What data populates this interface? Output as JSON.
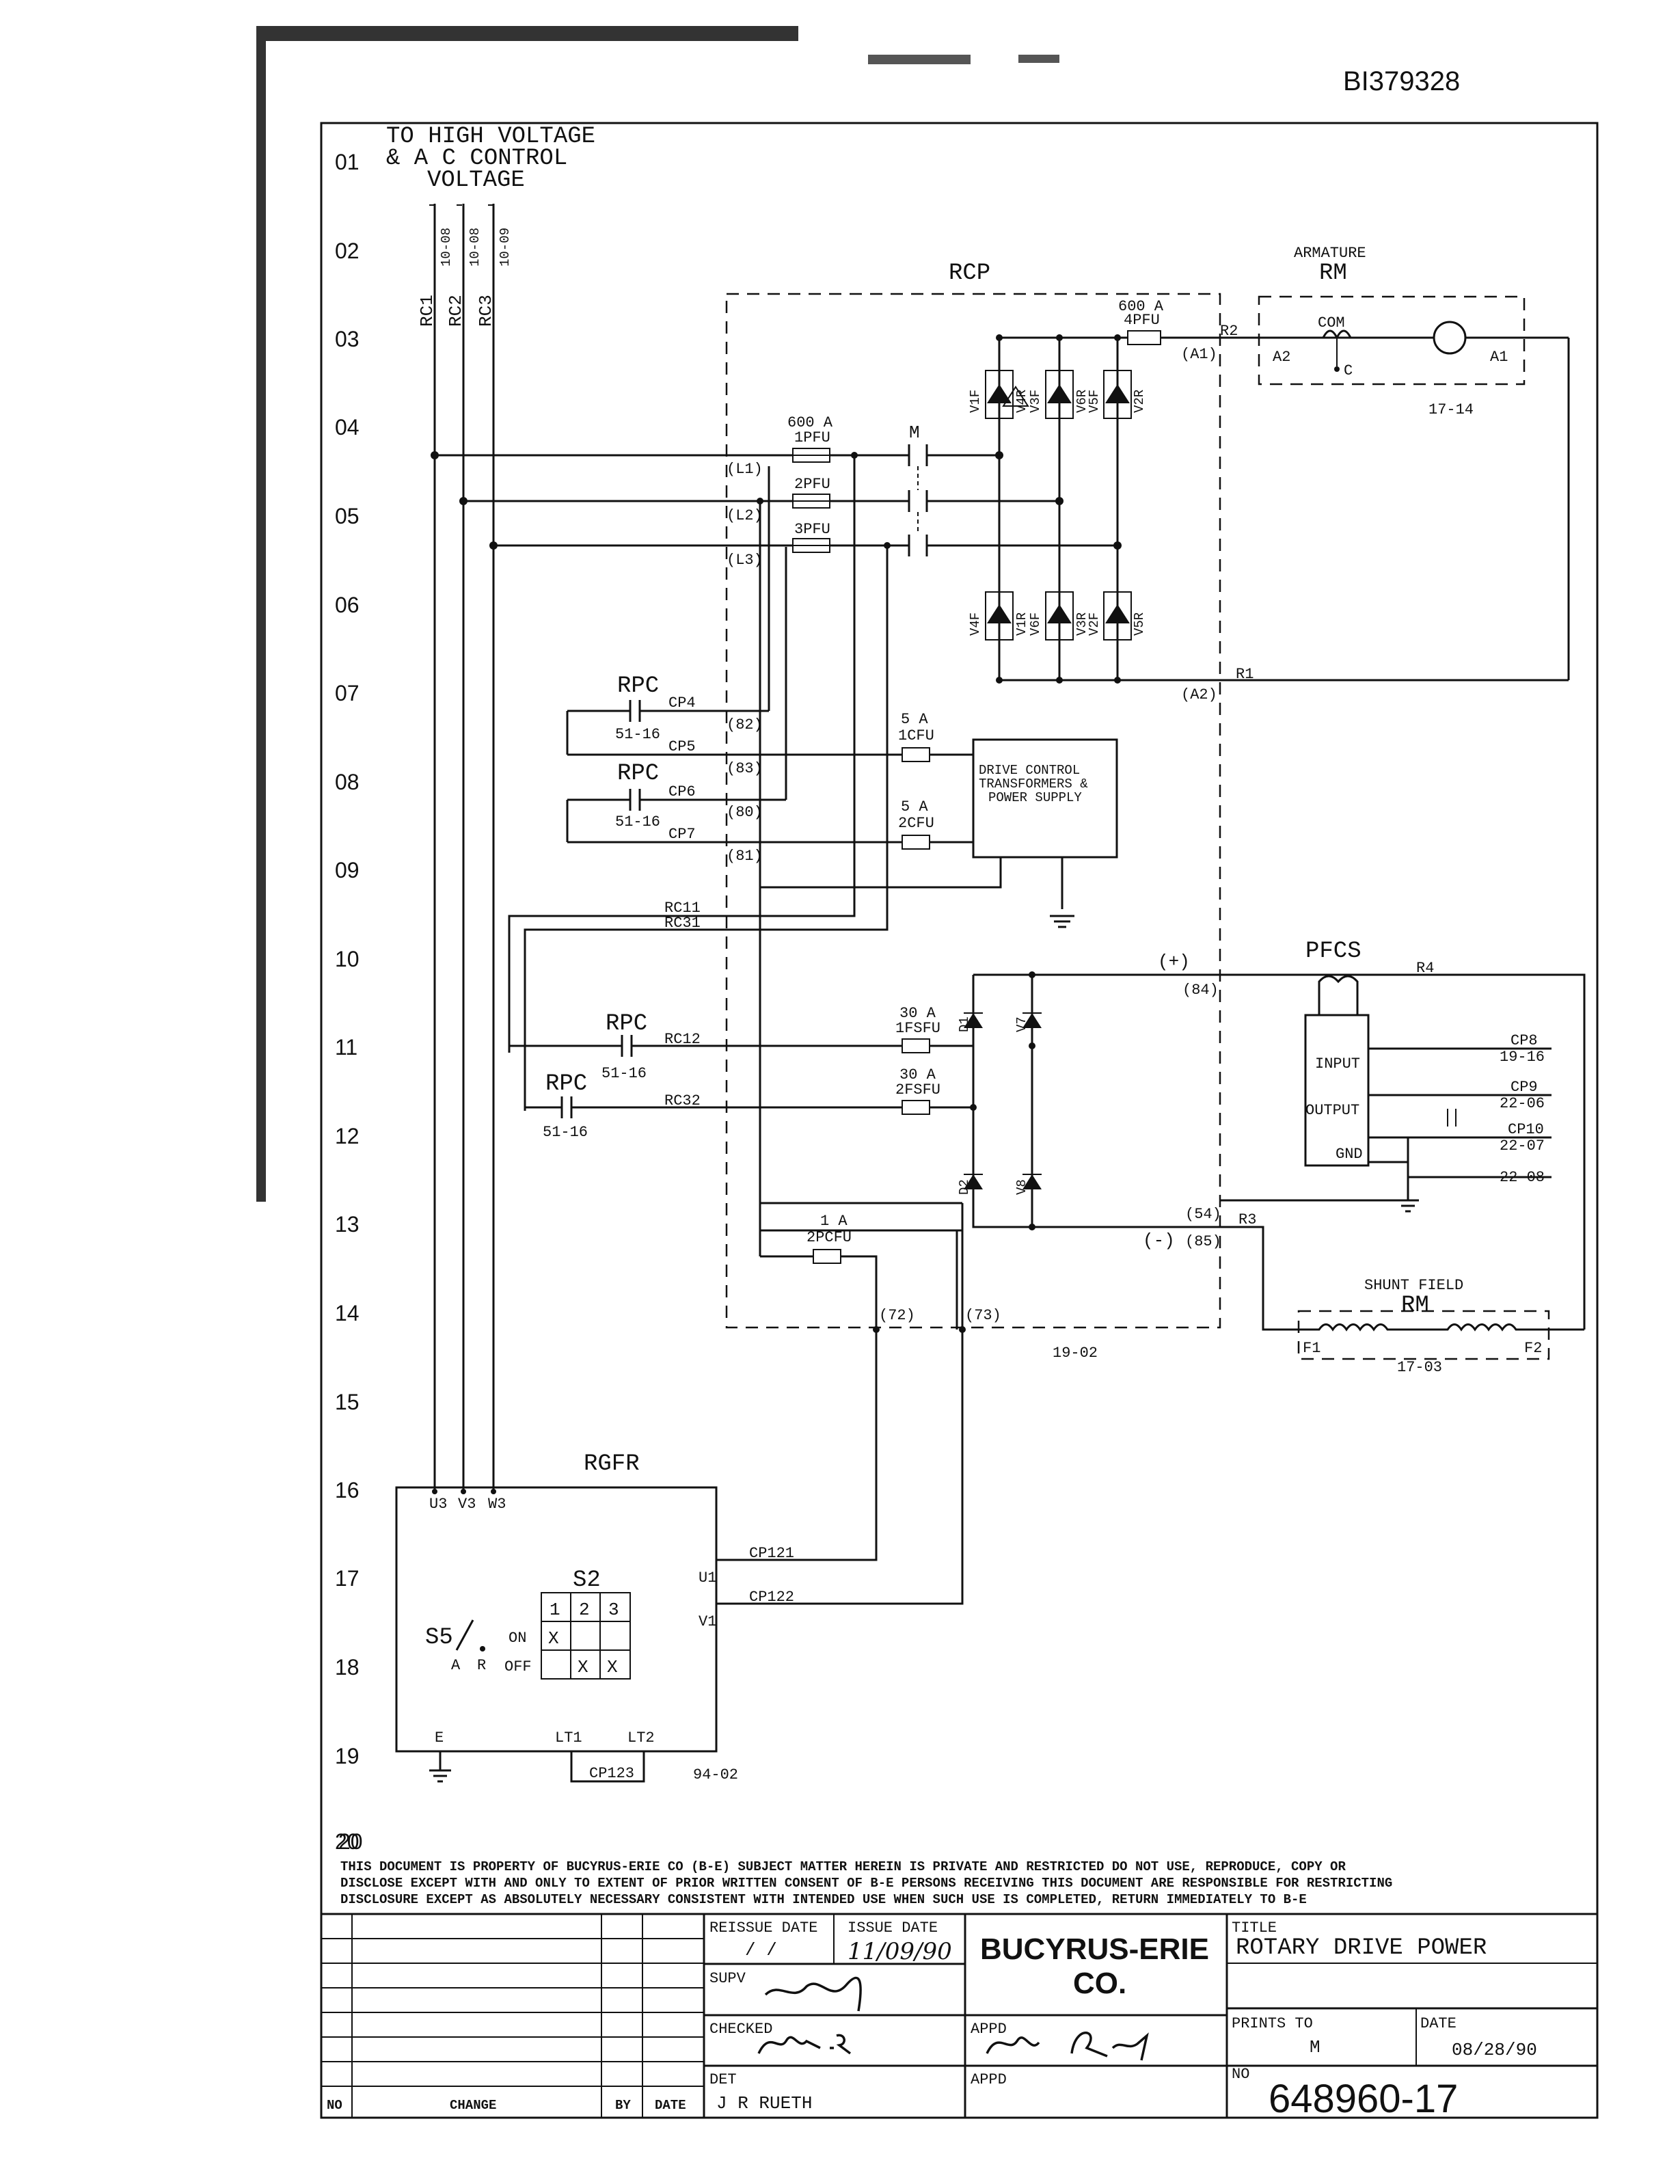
{
  "doc_code": "BI379328",
  "supply": {
    "line1": "TO HIGH VOLTAGE",
    "line2": "& A C  CONTROL",
    "line3": "VOLTAGE"
  },
  "rows": [
    "01",
    "02",
    "03",
    "04",
    "05",
    "06",
    "07",
    "08",
    "09",
    "10",
    "11",
    "12",
    "13",
    "14",
    "15",
    "16",
    "17",
    "18",
    "19",
    "20"
  ],
  "feeds": [
    {
      "wire": "RC1",
      "ref": "10-08"
    },
    {
      "wire": "RC2",
      "ref": "10-08"
    },
    {
      "wire": "RC3",
      "ref": "10-09"
    }
  ],
  "rcp": {
    "label": "RCP",
    "fuse_4pfu_rating": "600 A",
    "fuse_4pfu": "4PFU",
    "fuse_1pfu_rating": "600 A",
    "fuse_1pfu": "1PFU",
    "fuse_2pfu": "2PFU",
    "fuse_3pfu": "3PFU",
    "contactor": "M",
    "L1": "(L1)",
    "L2": "(L2)",
    "L3": "(L3)",
    "A1": "(A1)",
    "A2": "(A2)",
    "R1": "R1",
    "R2": "R2",
    "upper_thyristors": [
      "V1F",
      "V4R",
      "V3F",
      "V6R",
      "V5F",
      "V2R"
    ],
    "lower_thyristors": [
      "V4F",
      "V1R",
      "V6F",
      "V3R",
      "V2F",
      "V5R"
    ],
    "ref": "19-02"
  },
  "armature": {
    "title": "ARMATURE",
    "name": "RM",
    "com": "COM",
    "c": "C",
    "a1": "A1",
    "a2": "A2",
    "ref": "17-14"
  },
  "control": {
    "rpc": "RPC",
    "rpc_ref": "51-16",
    "cp4": "CP4",
    "cp5": "CP5",
    "cp6": "CP6",
    "cp7": "CP7",
    "n82": "(82)",
    "n83": "(83)",
    "n80": "(80)",
    "n81": "(81)",
    "fuse_1cfu_rating": "5 A",
    "fuse_1cfu": "1CFU",
    "fuse_2cfu_rating": "5 A",
    "fuse_2cfu": "2CFU",
    "box_line1": "DRIVE CONTROL",
    "box_line2": "TRANSFORMERS &",
    "box_line3": "POWER SUPPLY",
    "rc11": "RC11",
    "rc31": "RC31",
    "rc12": "RC12",
    "rc32": "RC32",
    "fuse_1fsfu_rating": "30 A",
    "fuse_1fsfu": "1FSFU",
    "fuse_2fsfu_rating": "30 A",
    "fuse_2fsfu": "2FSFU",
    "field_devices": [
      "D1",
      "V7",
      "D2",
      "V8"
    ],
    "plus": "(+)",
    "minus": "(-)",
    "n84": "(84)",
    "n54": "(54)",
    "n85": "(85)",
    "fuse_2pcfu_rating": "1 A",
    "fuse_2pcfu": "2PCFU",
    "n72": "(72)",
    "n73": "(73)"
  },
  "pfcs": {
    "label": "PFCS",
    "r4": "R4",
    "r3": "R3",
    "input": "INPUT",
    "output": "OUTPUT",
    "gnd": "GND",
    "cp8": "CP8",
    "cp8_ref": "19-16",
    "cp9": "CP9",
    "cp9_ref": "22-06",
    "cp10": "CP10",
    "cp10_ref": "22-07",
    "gnd_ref": "22-08"
  },
  "shunt": {
    "title": "SHUNT FIELD",
    "name": "RM",
    "f1": "F1",
    "f2": "F2",
    "ref": "17-03"
  },
  "rgfr": {
    "label": "RGFR",
    "u3": "U3",
    "v3": "V3",
    "w3": "W3",
    "u1": "U1",
    "v1": "V1",
    "cp121": "CP121",
    "cp122": "CP122",
    "s2": "S2",
    "s2_cols": [
      "1",
      "2",
      "3"
    ],
    "s2_on": [
      "X",
      "",
      ""
    ],
    "s2_off": [
      "",
      "X",
      "X"
    ],
    "on": "ON",
    "off": "OFF",
    "s5": "S5",
    "a": "A",
    "r": "R",
    "e": "E",
    "lt1": "LT1",
    "lt2": "LT2",
    "cp123": "CP123",
    "ref": "94-02"
  },
  "notice": {
    "line1": "THIS DOCUMENT IS PROPERTY OF BUCYRUS-ERIE CO  (B-E)  SUBJECT MATTER HEREIN IS PRIVATE AND RESTRICTED  DO NOT USE, REPRODUCE, COPY OR",
    "line2": "DISCLOSE EXCEPT WITH AND ONLY TO EXTENT OF PRIOR WRITTEN CONSENT OF B-E  PERSONS RECEIVING THIS DOCUMENT ARE RESPONSIBLE FOR RESTRICTING",
    "line3": "DISCLOSURE EXCEPT AS ABSOLUTELY NECESSARY CONSISTENT WITH INTENDED USE  WHEN SUCH USE IS COMPLETED, RETURN IMMEDIATELY TO B-E"
  },
  "title_block": {
    "col_no": "NO",
    "col_change": "CHANGE",
    "col_by": "BY",
    "col_date": "DATE",
    "reissue_label": "REISSUE DATE",
    "reissue_value": "/  /",
    "issue_label": "ISSUE DATE",
    "issue_value": "11/09/90",
    "company_line1": "BUCYRUS-ERIE",
    "company_line2": "CO.",
    "title_label": "TITLE",
    "title_value": "ROTARY DRIVE POWER",
    "supv_label": "SUPV",
    "checked_label": "CHECKED",
    "appd_label": "APPD",
    "appd2_label": "APPD",
    "prints_label": "PRINTS TO",
    "prints_value": "M",
    "date_label": "DATE",
    "date_value": "08/28/90",
    "det_label": "DET",
    "det_value": "J R RUETH",
    "no_label": "NO",
    "no_value": "648960-17"
  }
}
